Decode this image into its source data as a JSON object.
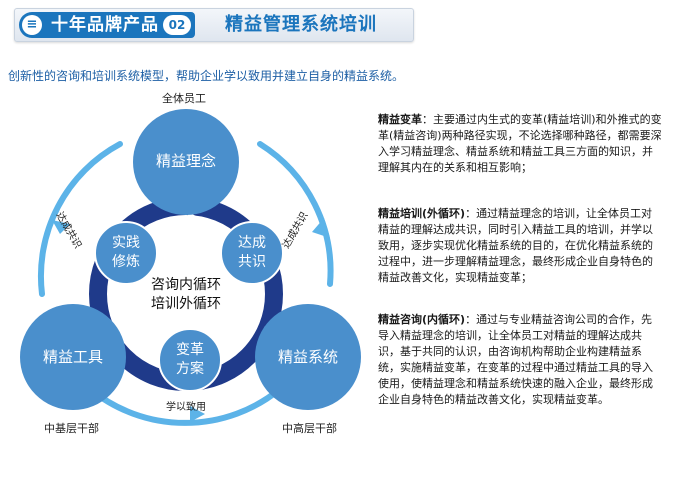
{
  "header": {
    "badge_icon": "≡",
    "badge_text": "十年品牌产品",
    "badge_number": "02",
    "title": "精益管理系统培训"
  },
  "subtitle": "创新性的咨询和培训系统模型，帮助企业学以致用并建立自身的精益系统。",
  "diagram": {
    "top_label": "全体员工",
    "bottom_left_label": "中基层干部",
    "bottom_right_label": "中高层干部",
    "outer_nodes": {
      "top": "精益理念",
      "left": "精益工具",
      "right": "精益系统"
    },
    "inner_nodes": {
      "upper_left": [
        "实践",
        "修炼"
      ],
      "upper_right": [
        "达成",
        "共识"
      ],
      "bottom": [
        "变革",
        "方案"
      ]
    },
    "center_text": [
      "咨询内循环",
      "培训外循环"
    ],
    "arc_labels": {
      "left": "达成共识",
      "right": "达成共识",
      "bottom": "学以致用"
    }
  },
  "description": [
    {
      "title": "精益变革",
      "text": "主要通过内生式的变革(精益培训)和外推式的变革(精益咨询)两种路径实现，不论选择哪种路径，都需要深入学习精益理念、精益系统和精益工具三方面的知识，并理解其内在的关系和相互影响；"
    },
    {
      "title": "精益培训(外循环)",
      "text": "通过精益理念的培训，让全体员工对精益的理解达成共识，同时引入精益工具的培训，并学以致用，逐步实现优化精益系统的目的，在优化精益系统的过程中，进一步理解精益理念，最终形成企业自身特色的精益改善文化，实现精益变革；"
    },
    {
      "title": "精益咨询(内循环)",
      "text": "通过与专业精益咨询公司的合作，先导入精益理念的培训，让全体员工对精益的理解达成共识，基于共同的认识，由咨询机构帮助企业构建精益系统，实施精益变革，在变革的过程中通过精益工具的导入使用，使精益理念和精益系统快速的融入企业，最终形成企业自身特色的精益改善文化，实现精益变革。"
    }
  ],
  "colors": {
    "brand_blue": "#1b75bd",
    "node_blue": "#4a8fcc",
    "ring_navy": "#1f3a8a",
    "outer_ring": "#5cb3e8"
  }
}
